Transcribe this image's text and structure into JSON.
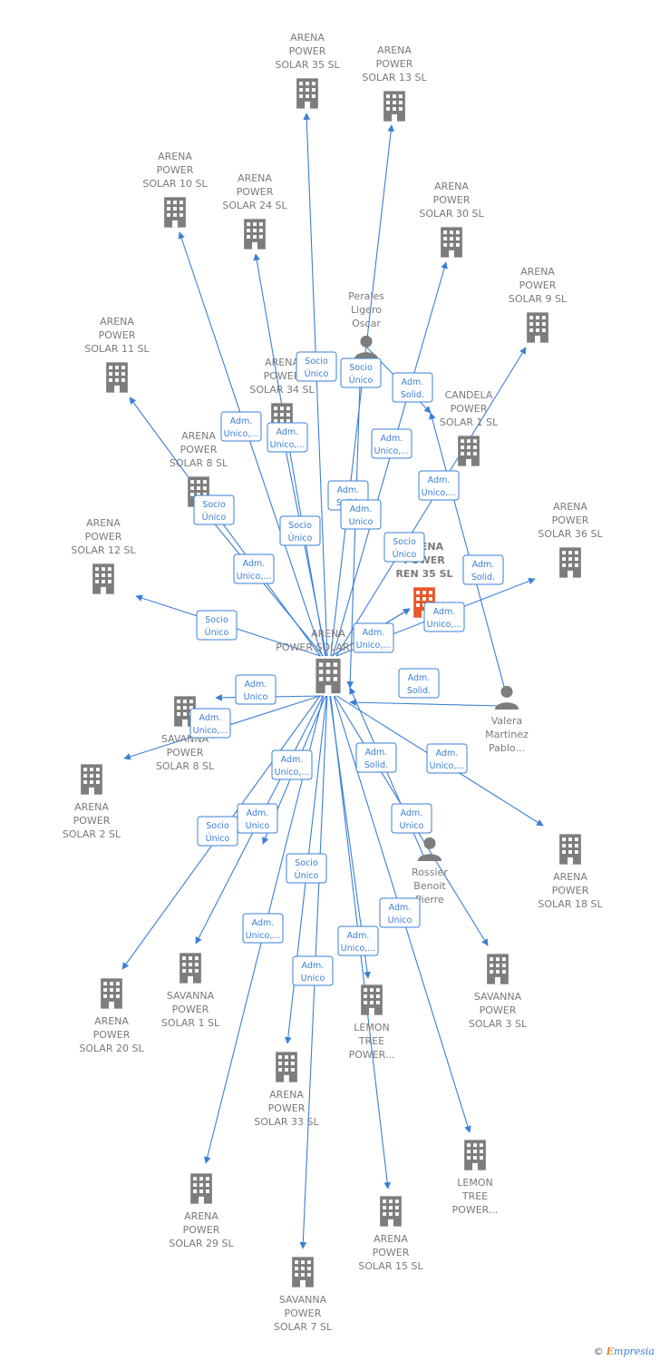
{
  "colors": {
    "edge": "#3a7fd6",
    "building": "#7d7d7d",
    "focus": "#e8562a",
    "person": "#7d7d7d",
    "label": "#7a7a7a"
  },
  "brand": {
    "copyright": "©",
    "first": "E",
    "rest": "mpresia"
  },
  "nodes": [
    {
      "id": "center",
      "lines": [
        "ARENA",
        "POWER SOLAR 34 SL"
      ],
      "icon": "building-icon"
    },
    {
      "id": "focus",
      "lines": [
        "ARENA",
        "POWER",
        "REN 35 SL"
      ],
      "icon": "building-icon",
      "focus": true
    },
    {
      "id": "s35",
      "lines": [
        "ARENA",
        "POWER",
        "SOLAR 35 SL"
      ],
      "icon": "building-icon"
    },
    {
      "id": "s13",
      "lines": [
        "ARENA",
        "POWER",
        "SOLAR 13 SL"
      ],
      "icon": "building-icon"
    },
    {
      "id": "s10",
      "lines": [
        "ARENA",
        "POWER",
        "SOLAR 10 SL"
      ],
      "icon": "building-icon"
    },
    {
      "id": "s24",
      "lines": [
        "ARENA",
        "POWER",
        "SOLAR 24 SL"
      ],
      "icon": "building-icon"
    },
    {
      "id": "s30",
      "lines": [
        "ARENA",
        "POWER",
        "SOLAR 30 SL"
      ],
      "icon": "building-icon"
    },
    {
      "id": "s9",
      "lines": [
        "ARENA",
        "POWER",
        "SOLAR 9 SL"
      ],
      "icon": "building-icon"
    },
    {
      "id": "s11",
      "lines": [
        "ARENA",
        "POWER",
        "SOLAR 11 SL"
      ],
      "icon": "building-icon"
    },
    {
      "id": "s34",
      "lines": [
        "ARENA",
        "POWER",
        "SOLAR 34 SL"
      ],
      "icon": "building-icon"
    },
    {
      "id": "candela",
      "lines": [
        "CANDELA",
        "POWER",
        "SOLAR 1 SL"
      ],
      "icon": "building-icon"
    },
    {
      "id": "s8",
      "lines": [
        "ARENA",
        "POWER",
        "SOLAR 8 SL"
      ],
      "icon": "building-icon"
    },
    {
      "id": "s36",
      "lines": [
        "ARENA",
        "POWER",
        "SOLAR 36 SL"
      ],
      "icon": "building-icon"
    },
    {
      "id": "s12",
      "lines": [
        "ARENA",
        "POWER",
        "SOLAR 12 SL"
      ],
      "icon": "building-icon"
    },
    {
      "id": "sav8",
      "lines": [
        "SAVANNA",
        "POWER",
        "SOLAR 8 SL"
      ],
      "icon": "building-icon"
    },
    {
      "id": "s2",
      "lines": [
        "ARENA",
        "POWER",
        "SOLAR 2 SL"
      ],
      "icon": "building-icon"
    },
    {
      "id": "s18",
      "lines": [
        "ARENA",
        "POWER",
        "SOLAR 18 SL"
      ],
      "icon": "building-icon"
    },
    {
      "id": "ssl",
      "lines": [
        "ARENA",
        "POWER",
        "SOLAR 3 SL"
      ],
      "icon": "building-icon"
    },
    {
      "id": "s20",
      "lines": [
        "ARENA",
        "POWER",
        "SOLAR 20 SL"
      ],
      "icon": "building-icon"
    },
    {
      "id": "sav1",
      "lines": [
        "SAVANNA",
        "POWER",
        "SOLAR 1 SL"
      ],
      "icon": "building-icon"
    },
    {
      "id": "lemon1",
      "lines": [
        "LEMON",
        "TREE",
        "POWER..."
      ],
      "icon": "building-icon"
    },
    {
      "id": "sav3",
      "lines": [
        "SAVANNA",
        "POWER",
        "SOLAR 3 SL"
      ],
      "icon": "building-icon"
    },
    {
      "id": "s33",
      "lines": [
        "ARENA",
        "POWER",
        "SOLAR 33 SL"
      ],
      "icon": "building-icon"
    },
    {
      "id": "lemon2",
      "lines": [
        "LEMON",
        "TREE",
        "POWER..."
      ],
      "icon": "building-icon"
    },
    {
      "id": "s29",
      "lines": [
        "ARENA",
        "POWER",
        "SOLAR 29 SL"
      ],
      "icon": "building-icon"
    },
    {
      "id": "s15",
      "lines": [
        "ARENA",
        "POWER",
        "SOLAR 15 SL"
      ],
      "icon": "building-icon"
    },
    {
      "id": "sav7",
      "lines": [
        "SAVANNA",
        "POWER",
        "SOLAR 7 SL"
      ],
      "icon": "building-icon"
    },
    {
      "id": "perales",
      "lines": [
        "Perales",
        "Ligero",
        "Oscar"
      ],
      "icon": "person-icon"
    },
    {
      "id": "valera",
      "lines": [
        "Valera",
        "Martinez",
        "Pablo..."
      ],
      "icon": "person-icon"
    },
    {
      "id": "rossier",
      "lines": [
        "Rossier",
        "Benoit",
        "Pierre"
      ],
      "icon": "person-icon"
    }
  ],
  "edges": [
    {
      "from": "center",
      "to": "s35",
      "badge": [
        "Socio",
        "Único"
      ]
    },
    {
      "from": "center",
      "to": "s13",
      "badge": [
        "Adm.",
        "Solid."
      ]
    },
    {
      "from": "center",
      "to": "s10",
      "badge": [
        "Adm.",
        "Unico,..."
      ]
    },
    {
      "from": "center",
      "to": "s24",
      "badge": [
        "Adm.",
        "Unico,..."
      ]
    },
    {
      "from": "center",
      "to": "s30",
      "badge": [
        "Adm.",
        "Unico,..."
      ]
    },
    {
      "from": "center",
      "to": "s9",
      "badge": [
        "Adm.",
        "Unico,..."
      ]
    },
    {
      "from": "center",
      "to": "s11",
      "badge": [
        "Socio",
        "Único"
      ]
    },
    {
      "from": "center",
      "to": "s34",
      "badge": [
        "Socio",
        "Único"
      ]
    },
    {
      "from": "center",
      "to": "s8",
      "badge": [
        "Adm.",
        "Unico,..."
      ]
    },
    {
      "from": "center",
      "to": "s36",
      "badge": [
        "Adm.",
        "Unico,..."
      ]
    },
    {
      "from": "center",
      "to": "s12",
      "badge": [
        "Socio",
        "Único"
      ]
    },
    {
      "from": "center",
      "to": "sav8",
      "badge": [
        "Adm.",
        "Unico"
      ]
    },
    {
      "from": "center",
      "to": "s2",
      "badge": [
        "Adm.",
        "Unico,..."
      ]
    },
    {
      "from": "center",
      "to": "s18",
      "badge": [
        "Adm.",
        "Unico,..."
      ]
    },
    {
      "from": "center",
      "to": "s20",
      "badge": [
        "Socio",
        "Único"
      ]
    },
    {
      "from": "center",
      "to": "sav1",
      "badge": [
        "Adm.",
        "Unico"
      ]
    },
    {
      "from": "center",
      "to": "lemon1",
      "badge": [
        "Adm.",
        "Unico,..."
      ]
    },
    {
      "from": "center",
      "to": "sav3",
      "badge": [
        "Adm.",
        "Unico"
      ]
    },
    {
      "from": "center",
      "to": "s33",
      "badge": [
        "Socio",
        "Único"
      ]
    },
    {
      "from": "center",
      "to": "lemon2",
      "badge": [
        "Adm.",
        "Unico"
      ]
    },
    {
      "from": "center",
      "to": "s29",
      "badge": [
        "Adm.",
        "Unico,..."
      ]
    },
    {
      "from": "center",
      "to": "s15",
      "badge": [
        "Adm.",
        "Unico"
      ]
    },
    {
      "from": "center",
      "to": "sav7",
      "badge": [
        "Adm.",
        "Unico"
      ]
    },
    {
      "from": "center",
      "to": "focus",
      "badge": [
        "Socio",
        "Único"
      ]
    },
    {
      "from": "center",
      "to": "focus",
      "badge": [
        "Adm.",
        "Unico,..."
      ]
    },
    {
      "from": "center",
      "to": "s3x",
      "badge": [
        "Adm.",
        "Unico,..."
      ]
    },
    {
      "from": "perales",
      "to": "candela",
      "badge": [
        "Adm.",
        "Solid."
      ]
    },
    {
      "from": "perales",
      "to": "center",
      "badge": [
        "Socio",
        "Único"
      ]
    },
    {
      "from": "valera",
      "to": "candela",
      "badge": [
        "Adm.",
        "Solid."
      ]
    },
    {
      "from": "valera",
      "to": "center",
      "badge": [
        "Adm.",
        "Solid."
      ]
    },
    {
      "from": "rossier",
      "to": "center",
      "badge": [
        "Adm.",
        "Solid."
      ]
    }
  ]
}
